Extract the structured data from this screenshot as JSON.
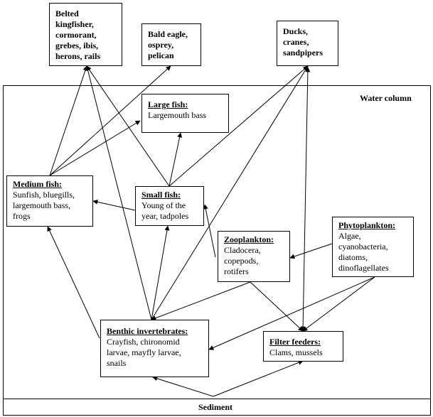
{
  "regions": {
    "water_column": "Water column",
    "sediment": "Sediment"
  },
  "nodes": {
    "kingfisher": {
      "lines": [
        "Belted",
        "kingfisher,",
        "cormorant,",
        "grebes, ibis,",
        "herons, rails"
      ]
    },
    "eagle": {
      "lines": [
        "Bald eagle,",
        "osprey,",
        "pelican"
      ]
    },
    "ducks": {
      "lines": [
        "Ducks,",
        "cranes,",
        "sandpipers"
      ]
    },
    "large_fish": {
      "title": "Large fish:",
      "lines": [
        "Largemouth bass"
      ]
    },
    "medium_fish": {
      "title": "Medium fish:",
      "lines": [
        "Sunfish, bluegills,",
        "largemouth bass,",
        "frogs"
      ]
    },
    "small_fish": {
      "title": "Small fish:",
      "lines": [
        "Young of the",
        "year, tadpoles"
      ]
    },
    "zooplankton": {
      "title": "Zooplankton:",
      "lines": [
        "Cladocera,",
        "copepods,",
        "rotifers"
      ]
    },
    "phytoplankton": {
      "title": "Phytoplankton:",
      "lines": [
        "Algae,",
        "cyanobacteria,",
        "diatoms,",
        "dinoflagellates"
      ]
    },
    "benthic": {
      "title": "Benthic invertebrates:",
      "lines": [
        "Crayfish, chironomid",
        "larvae, mayfly larvae,",
        "snails"
      ]
    },
    "filter_feeders": {
      "title": "Filter feeders:",
      "lines": [
        "Clams, mussels"
      ]
    }
  }
}
